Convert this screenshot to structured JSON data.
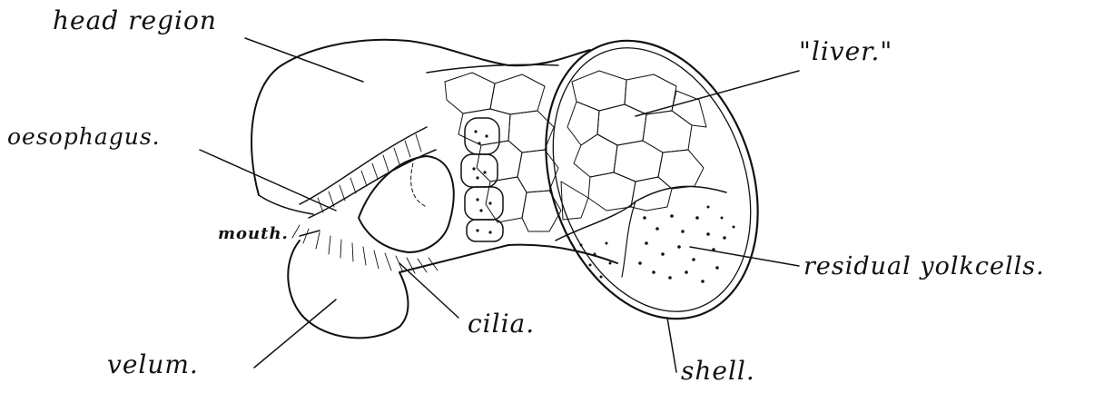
{
  "labels": {
    "head_region": "head region",
    "oesophagus": "oesophagus.",
    "mouth": "mouth.",
    "velum": "velum.",
    "cilia": "cilia.",
    "liver": "\"liver.\"",
    "residual_yolk_cells": "residual yolkcells.",
    "shell": "shell."
  },
  "colors": {
    "ink": "#111111",
    "paper": "#ffffff"
  }
}
